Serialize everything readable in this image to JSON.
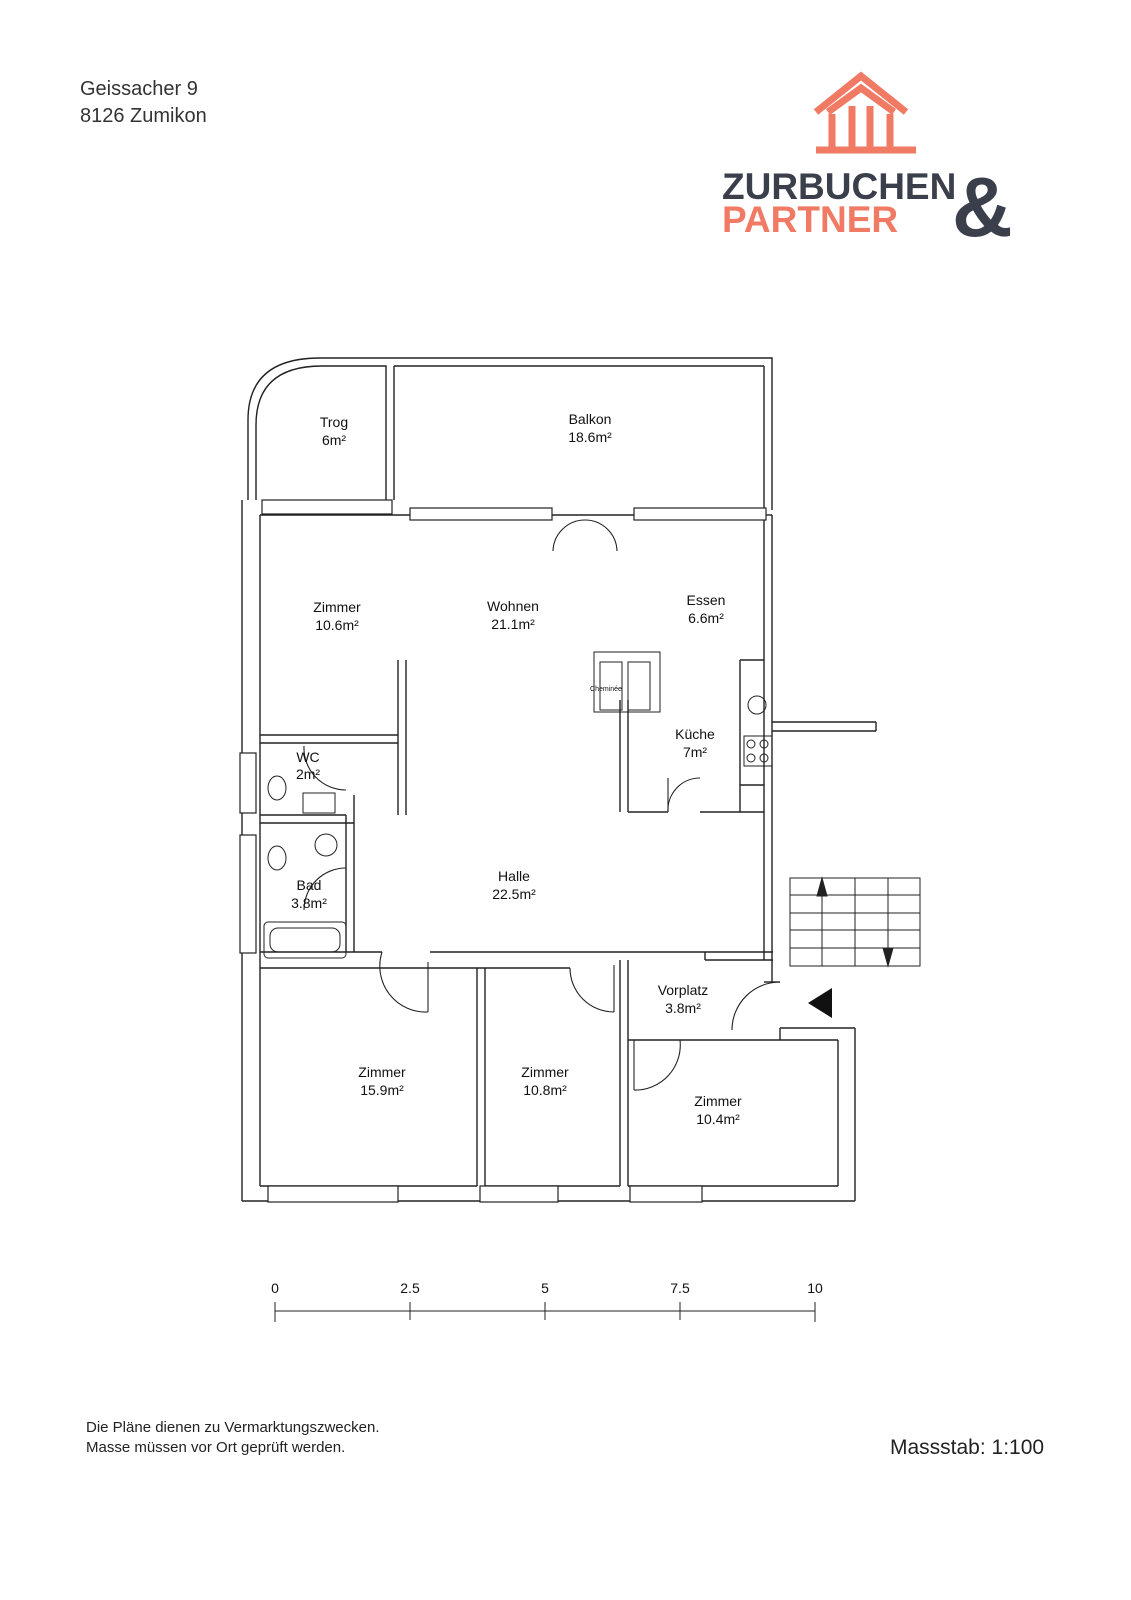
{
  "address": {
    "line1": "Geissacher 9",
    "line2": "8126 Zumikon"
  },
  "logo": {
    "line1": "ZURBUCHEN",
    "line2": "PARTNER",
    "ampersand": "&",
    "accent_color": "#f07a63",
    "dark_color": "#3a3f4b"
  },
  "rooms": [
    {
      "name": "Trog",
      "area": "6m²"
    },
    {
      "name": "Balkon",
      "area": "18.6m²"
    },
    {
      "name": "Zimmer",
      "area": "10.6m²"
    },
    {
      "name": "Wohnen",
      "area": "21.1m²"
    },
    {
      "name": "Essen",
      "area": "6.6m²"
    },
    {
      "name": "Küche",
      "area": "7m²"
    },
    {
      "name": "WC",
      "area": "2m²"
    },
    {
      "name": "Bad",
      "area": "3.8m²"
    },
    {
      "name": "Halle",
      "area": "22.5m²"
    },
    {
      "name": "Vorplatz",
      "area": "3.8m²"
    },
    {
      "name": "Zimmer",
      "area": "15.9m²"
    },
    {
      "name": "Zimmer",
      "area": "10.8m²"
    },
    {
      "name": "Zimmer",
      "area": "10.4m²"
    }
  ],
  "fireplace_label": "Cheminée",
  "scale_bar": {
    "ticks": [
      "0",
      "2.5",
      "5",
      "7.5",
      "10"
    ]
  },
  "disclaimer": {
    "line1": "Die Pläne dienen zu Vermarktungszwecken.",
    "line2": "Masse müssen vor Ort geprüft werden."
  },
  "scale_text": "Massstab: 1:100"
}
